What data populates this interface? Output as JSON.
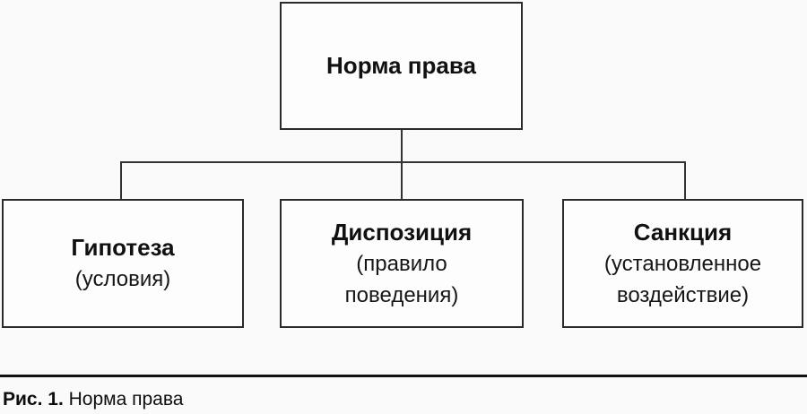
{
  "page": {
    "background_color": "#fafafa",
    "box_fill_color": "#fdfdfd",
    "box_border_color": "#2b2b2b",
    "connector_color": "#333333",
    "divider_color": "#111111"
  },
  "diagram": {
    "root": {
      "title": "Норма права"
    },
    "children": [
      {
        "title": "Гипотеза",
        "subtitle": "(условия)"
      },
      {
        "title": "Диспозиция",
        "subtitle": "(правило поведения)"
      },
      {
        "title": "Санкция",
        "subtitle": "(установленное воздействие)"
      }
    ]
  },
  "caption": {
    "label": "Рис. 1.",
    "text": " Норма права"
  }
}
